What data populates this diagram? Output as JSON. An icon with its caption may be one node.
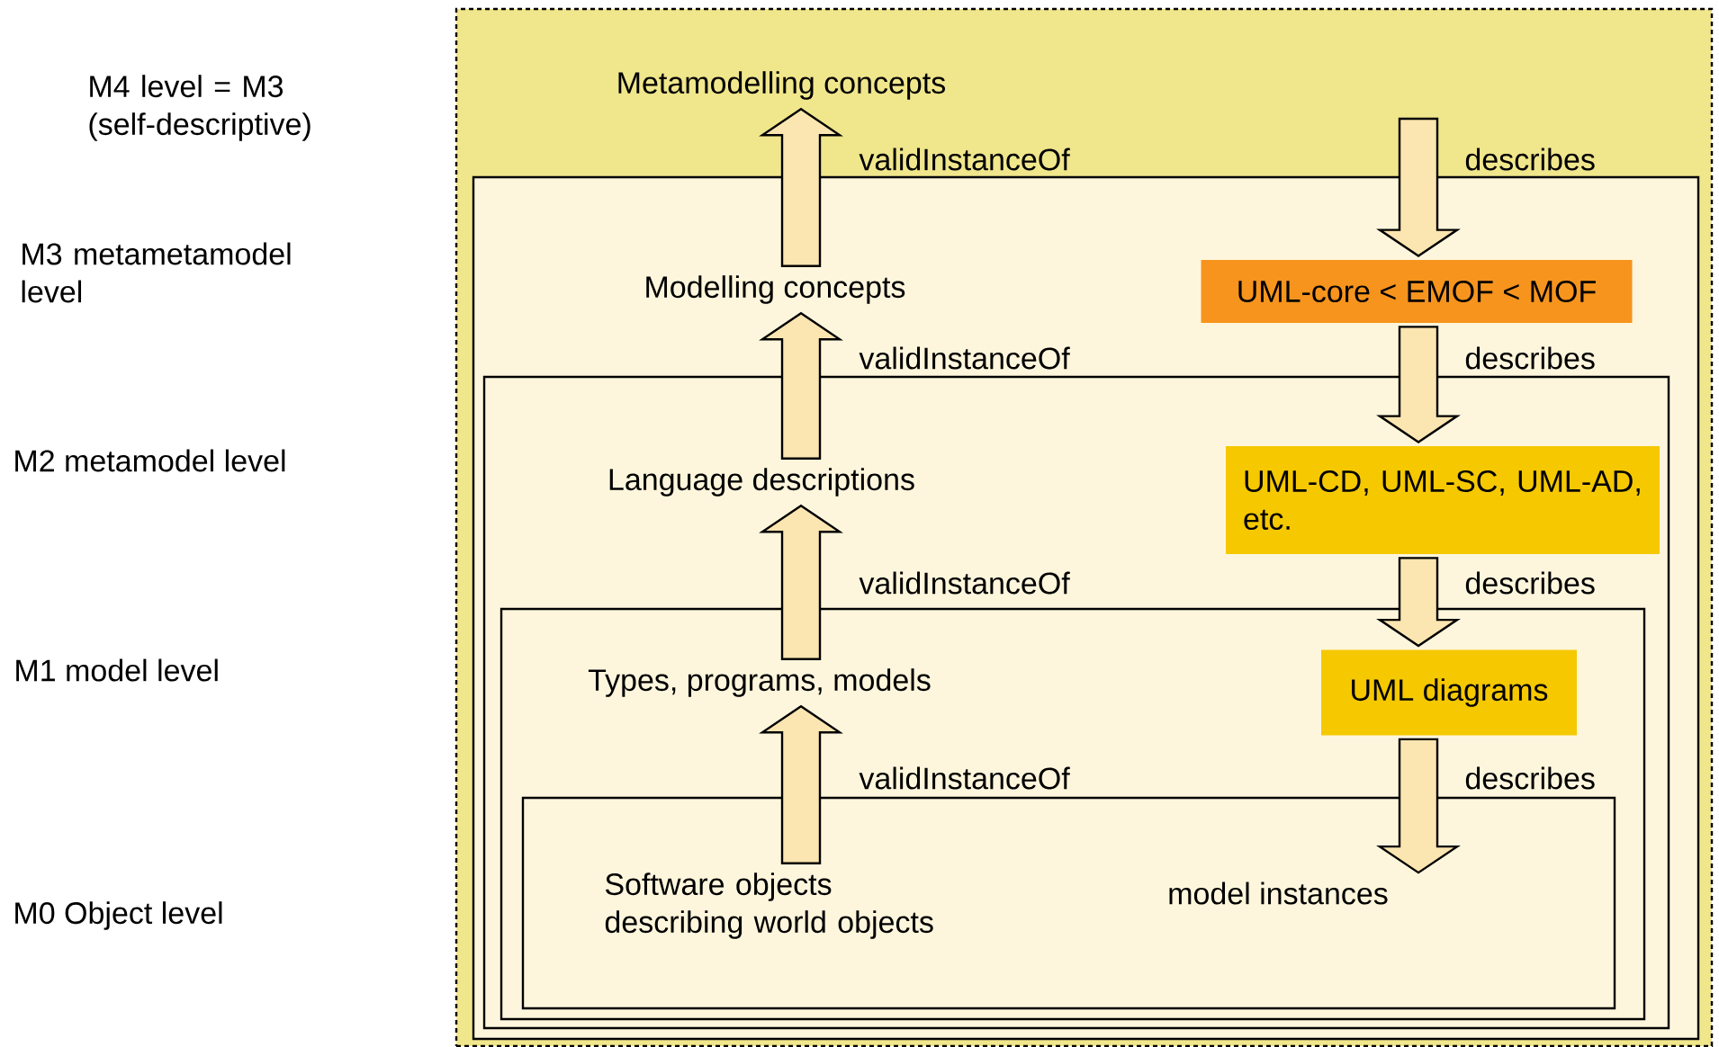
{
  "diagram": {
    "nodes": [
      {
        "text": [],
        "shape": "box"
      },
      {
        "text": [
          "Metamodelling concepts"
        ],
        "in": 0
      },
      {
        "text": [],
        "shape": "box",
        "in": 0
      },
      {
        "text": [
          "Modelling concepts"
        ],
        "in": 2
      },
      {
        "text": [
          "UML-core < EMOF < MOF"
        ],
        "in": 2
      },
      {
        "text": [],
        "shape": "box",
        "in": 2
      },
      {
        "text": [
          "Language descriptions"
        ],
        "in": 5
      },
      {
        "text": [
          "UML-CD, UML-SC, UML-AD, etc."
        ],
        "in": 5
      },
      {
        "text": [],
        "shape": "box",
        "in": 5
      },
      {
        "text": [
          "Types, programs, models"
        ],
        "in": 8
      },
      {
        "text": [
          "UML diagrams"
        ],
        "in": 8
      },
      {
        "text": [],
        "shape": "box",
        "in": 8
      },
      {
        "text": [
          "Software objects describing world objects"
        ],
        "in": 11
      },
      {
        "text": [
          "model instances"
        ],
        "in": 11
      }
    ],
    "edges": [
      {
        "from": 3,
        "to": 1,
        "arrow": "to",
        "label": "validInstanceOf"
      },
      {
        "from": 6,
        "to": 3,
        "arrow": "to",
        "label": "validInstanceOf"
      },
      {
        "from": 9,
        "to": 6,
        "arrow": "to",
        "label": "validInstanceOf"
      },
      {
        "from": 12,
        "to": 9,
        "arrow": "to",
        "label": "validInstanceOf"
      },
      {
        "from": null,
        "to": 4,
        "arrow": "to",
        "label": "describes"
      },
      {
        "from": 4,
        "to": 7,
        "arrow": "to",
        "label": "describes"
      },
      {
        "from": 7,
        "to": 10,
        "arrow": "to",
        "label": "describes"
      },
      {
        "from": 10,
        "to": 13,
        "arrow": "to",
        "label": "describes"
      }
    ],
    "labels": [
      "M4 level = M3 (self-descriptive)",
      "M3 metametamodel level",
      "M2 metamodel level",
      "M1 model level",
      "M0 Object level"
    ]
  }
}
